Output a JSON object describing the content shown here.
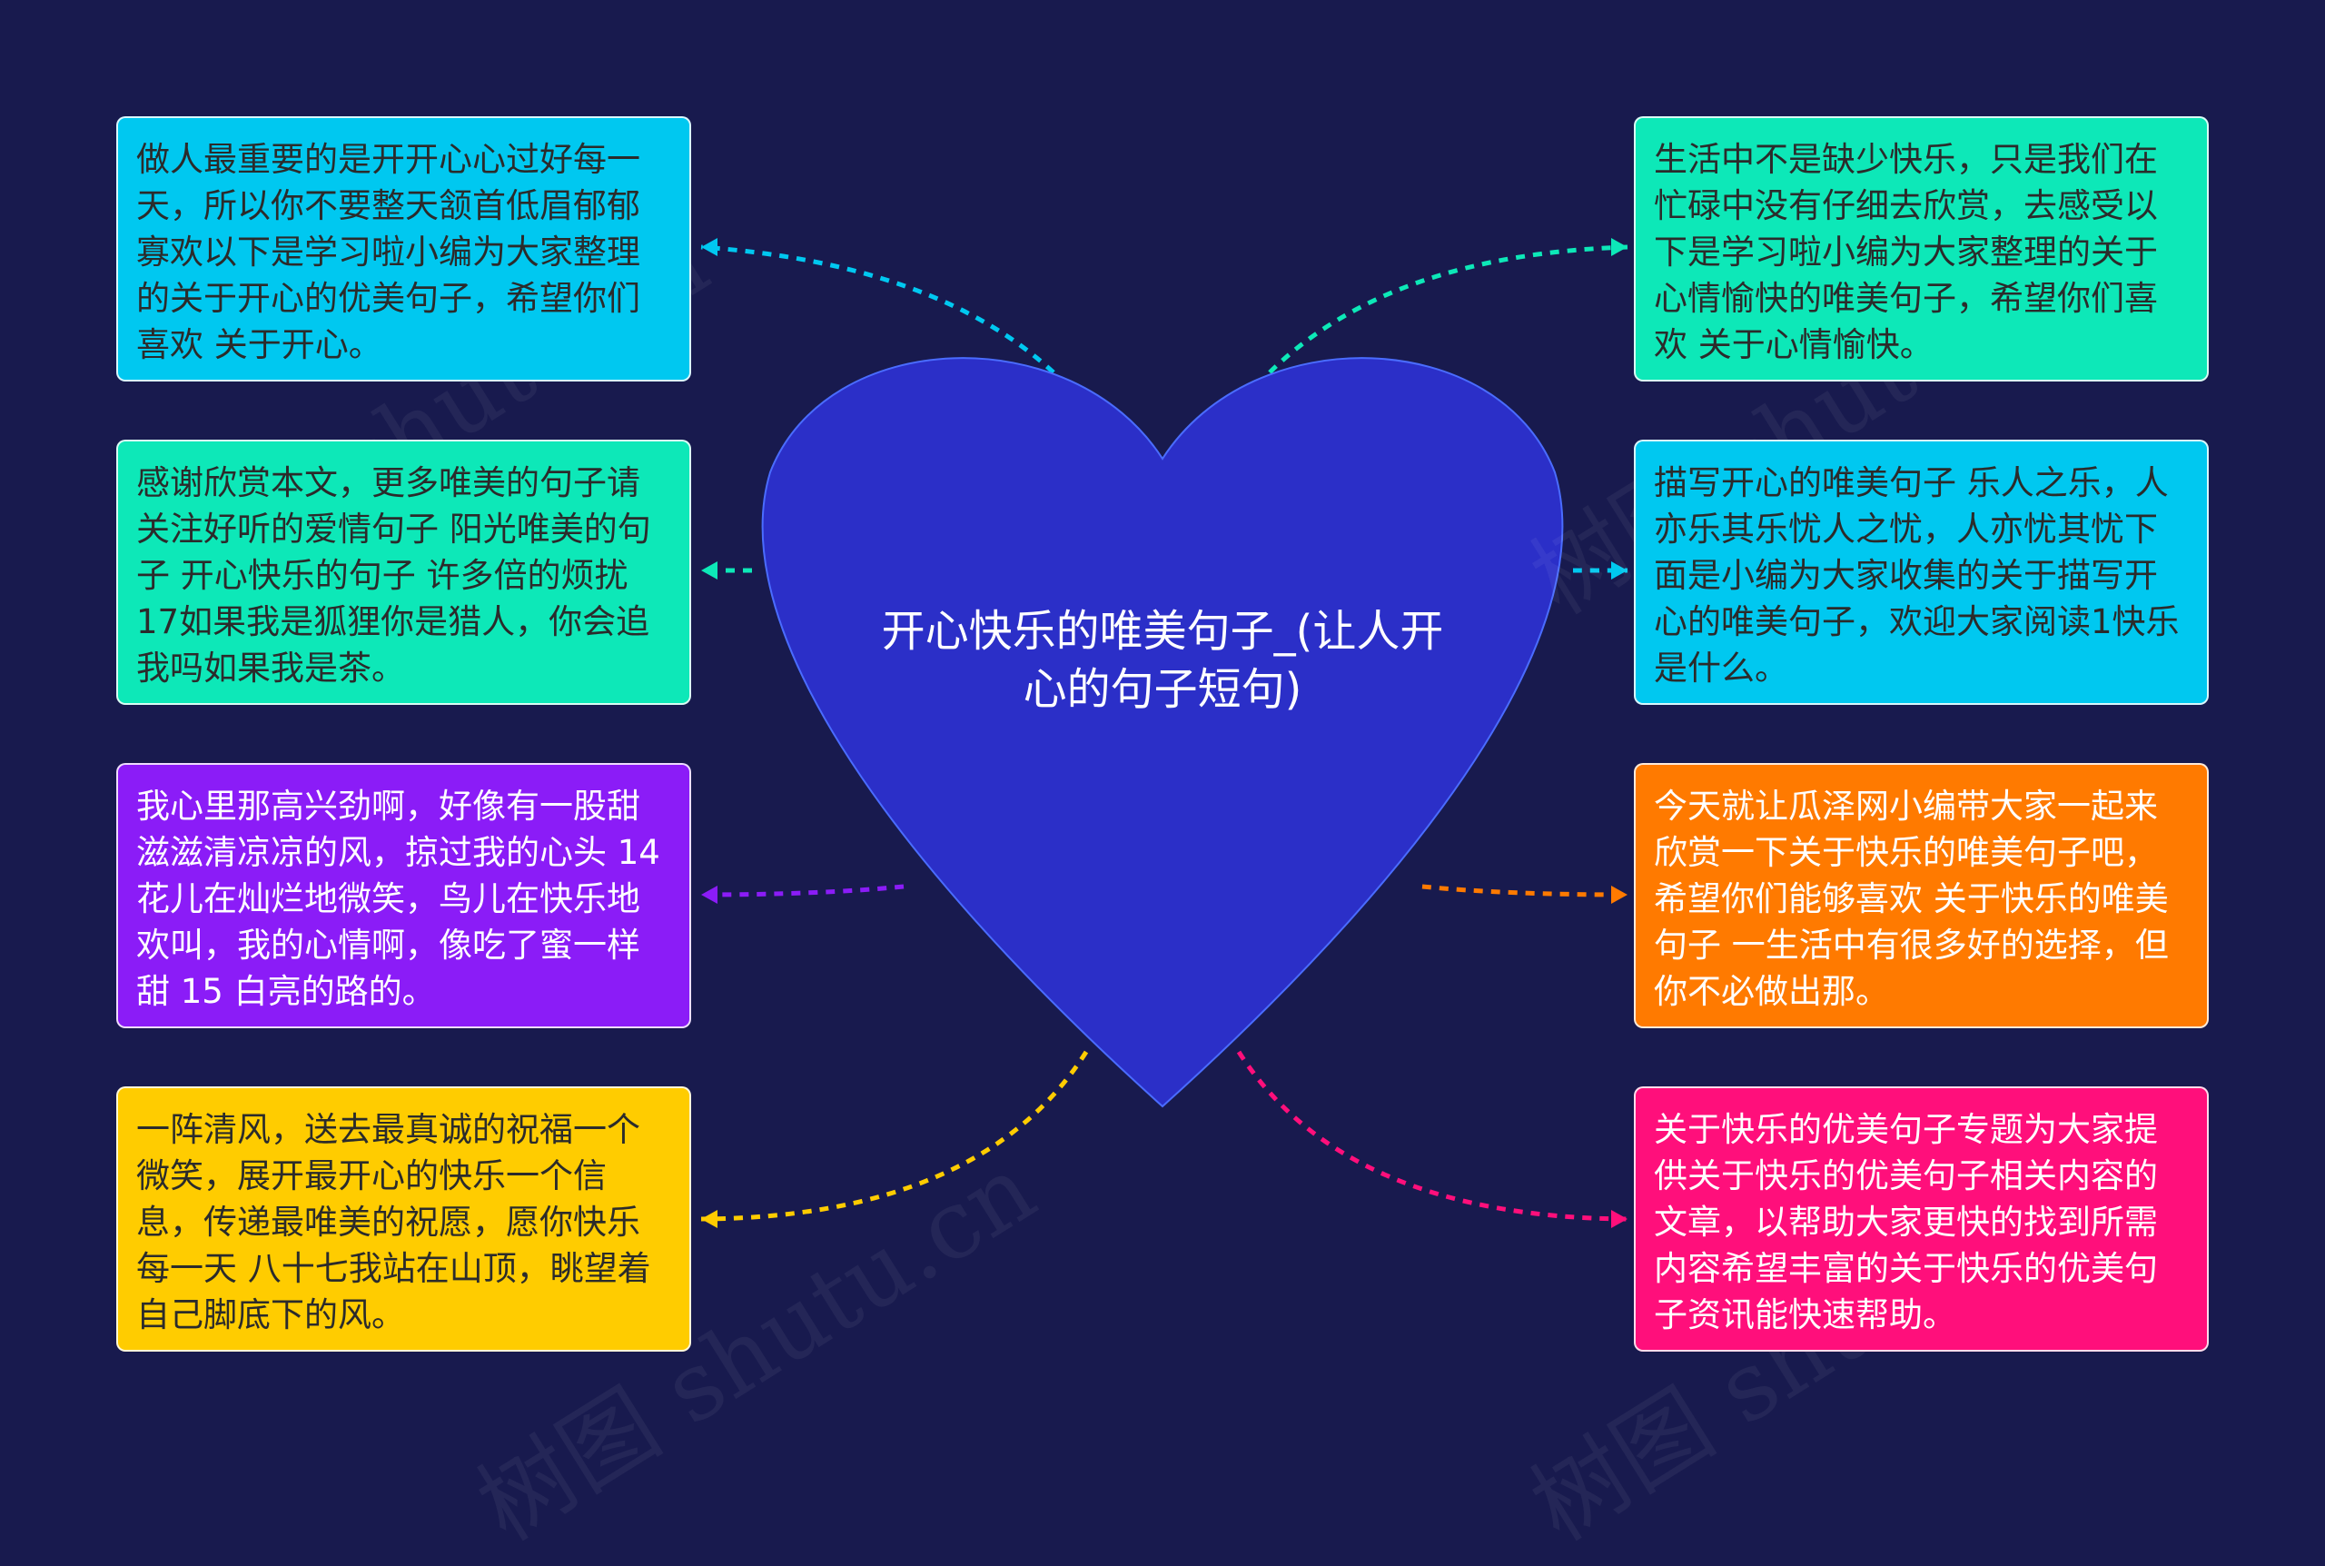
{
  "center": {
    "title": "开心快乐的唯美句子_(让人开心的句子短句)",
    "color": "#2b2fc8"
  },
  "nodes": [
    {
      "id": "left-1",
      "side": "left",
      "color": "#00c8f0",
      "text_color": "#2b2b2b",
      "text": "做人最重要的是开开心心过好每一天，所以你不要整天颔首低眉郁郁寡欢以下是学习啦小编为大家整理的关于开心的优美句子，希望你们喜欢 关于开心。"
    },
    {
      "id": "left-2",
      "side": "left",
      "color": "#0de8b8",
      "text_color": "#2b2b2b",
      "text": "感谢欣赏本文，更多唯美的句子请关注好听的爱情句子 阳光唯美的句子 开心快乐的句子 许多倍的烦扰 17如果我是狐狸你是猎人，你会追我吗如果我是茶。"
    },
    {
      "id": "left-3",
      "side": "left",
      "color": "#8b1cf7",
      "text_color": "#ffffff",
      "text": "我心里那高兴劲啊，好像有一股甜滋滋清凉凉的风，掠过我的心头 14 花儿在灿烂地微笑，鸟儿在快乐地欢叫，我的心情啊，像吃了蜜一样甜 15 白亮的路的。"
    },
    {
      "id": "left-4",
      "side": "left",
      "color": "#ffcc00",
      "text_color": "#2b2b2b",
      "text": "一阵清风，送去最真诚的祝福一个微笑，展开最开心的快乐一个信息，传递最唯美的祝愿，愿你快乐每一天 八十七我站在山顶，眺望着自己脚底下的风。"
    },
    {
      "id": "right-1",
      "side": "right",
      "color": "#0de8b8",
      "text_color": "#2b2b2b",
      "text": "生活中不是缺少快乐，只是我们在忙碌中没有仔细去欣赏，去感受以下是学习啦小编为大家整理的关于心情愉快的唯美句子，希望你们喜欢 关于心情愉快。"
    },
    {
      "id": "right-2",
      "side": "right",
      "color": "#00c8f0",
      "text_color": "#2b2b2b",
      "text": "描写开心的唯美句子 乐人之乐，人亦乐其乐忧人之忧，人亦忧其忧下面是小编为大家收集的关于描写开心的唯美句子，欢迎大家阅读1快乐是什么。"
    },
    {
      "id": "right-3",
      "side": "right",
      "color": "#ff7a00",
      "text_color": "#ffffff",
      "text": "今天就让瓜泽网小编带大家一起来欣赏一下关于快乐的唯美句子吧，希望你们能够喜欢 关于快乐的唯美句子 一生活中有很多好的选择，但你不必做出那。"
    },
    {
      "id": "right-4",
      "side": "right",
      "color": "#ff0f7b",
      "text_color": "#ffffff",
      "text": "关于快乐的优美句子专题为大家提供关于快乐的优美句子相关内容的文章，以帮助大家更快的找到所需内容希望丰富的关于快乐的优美句子资讯能快速帮助。"
    }
  ],
  "watermark": "树图 shutu.cn"
}
